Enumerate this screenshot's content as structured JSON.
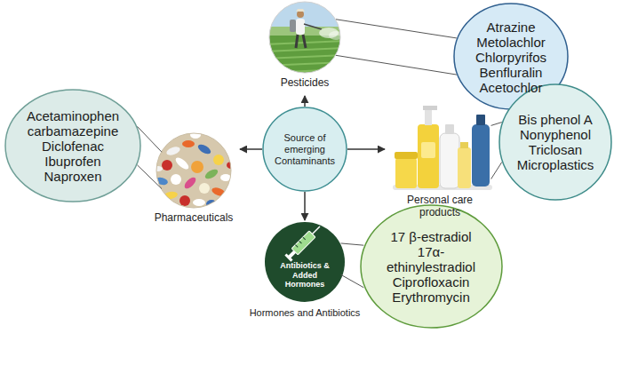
{
  "diagram": {
    "nodes": [
      {
        "text": [
          "Pesticides"
        ]
      },
      {
        "text": [
          "Atrazine",
          "Metolachlor",
          "Chlorpyrifos",
          "Benfluralin",
          "Acetochlor"
        ]
      },
      {
        "text": [
          "Acetaminophen",
          "carbamazepine",
          "Diclofenac",
          "Ibuprofen",
          "Naproxen"
        ]
      },
      {
        "text": [
          "Pharmaceuticals"
        ]
      },
      {
        "text": [
          "Source of emerging Contaminants"
        ]
      },
      {
        "text": [
          "Personal care products"
        ]
      },
      {
        "text": [
          "Bis phenol A",
          "Nonyphenol",
          "Triclosan",
          "Microplastics"
        ]
      },
      {
        "text": [
          "Antibiotics & Added Hormones",
          "Hormones and Antibiotics"
        ]
      },
      {
        "text": [
          "17 β-estradiol",
          "17α- ethinylestradiol",
          "Ciprofloxacin",
          "Erythromycin"
        ]
      }
    ],
    "edges": [
      {
        "from": 4,
        "to": 0,
        "arrow": "to"
      },
      {
        "from": 4,
        "to": 3,
        "arrow": "to"
      },
      {
        "from": 4,
        "to": 5,
        "arrow": "to"
      },
      {
        "from": 4,
        "to": 7,
        "arrow": "to"
      },
      {
        "from": 0,
        "to": 1,
        "arrow": "none"
      },
      {
        "from": 3,
        "to": 2,
        "arrow": "none"
      },
      {
        "from": 5,
        "to": 6,
        "arrow": "none"
      },
      {
        "from": 7,
        "to": 8,
        "arrow": "none"
      }
    ]
  }
}
